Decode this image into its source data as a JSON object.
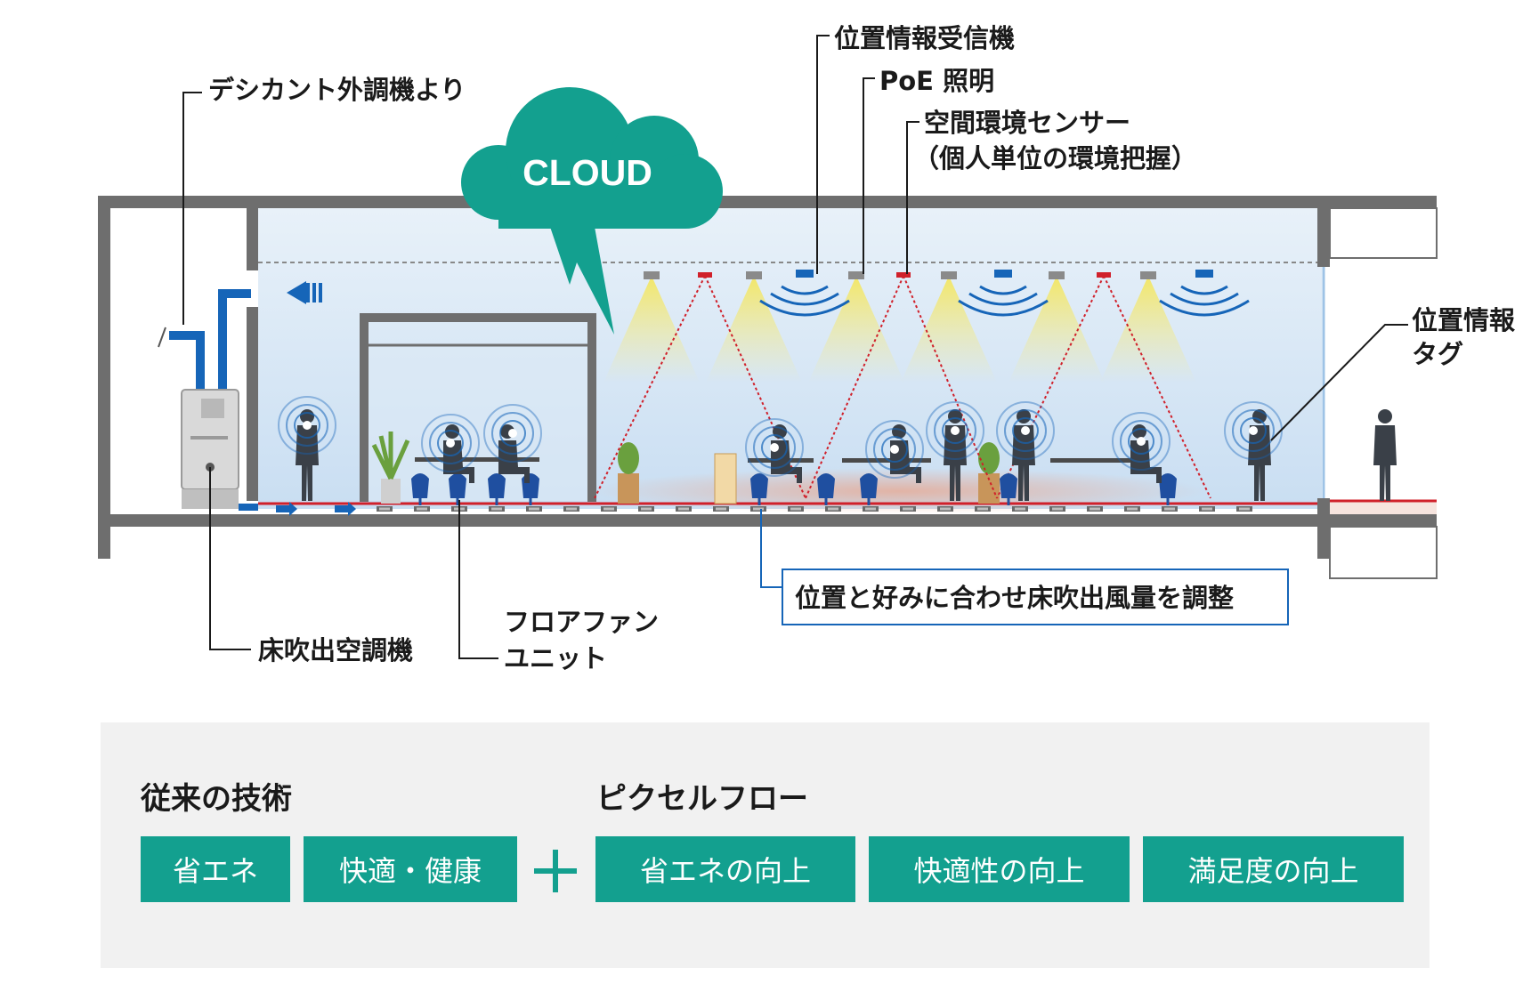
{
  "diagram": {
    "cloud_label": "CLOUD",
    "labels": {
      "receiver": "位置情報受信機",
      "poe_light": "PoE 照明",
      "sensor_line1": "空間環境センサー",
      "sensor_line2": "（個人単位の環境把握）",
      "desiccant": "デシカント外調機より",
      "tag_line1": "位置情報",
      "tag_line2": "タグ",
      "floor_ac": "床吹出空調機",
      "ffu_line1": "フロアファン",
      "ffu_line2": "ユニット",
      "adjust": "位置と好みに合わせ床吹出風量を調整"
    },
    "colors": {
      "teal": "#13a08f",
      "wall": "#6e6e6e",
      "duct_blue": "#1665b8",
      "floor_red": "#d0202a",
      "light_yellow": "#f6eb8c"
    }
  },
  "bottom": {
    "conventional_title": "従来の技術",
    "pixelflow_title": "ピクセルフロー",
    "conventional_items": [
      "省エネ",
      "快適・健康"
    ],
    "pixelflow_items": [
      "省エネの向上",
      "快適性の向上",
      "満足度の向上"
    ]
  }
}
